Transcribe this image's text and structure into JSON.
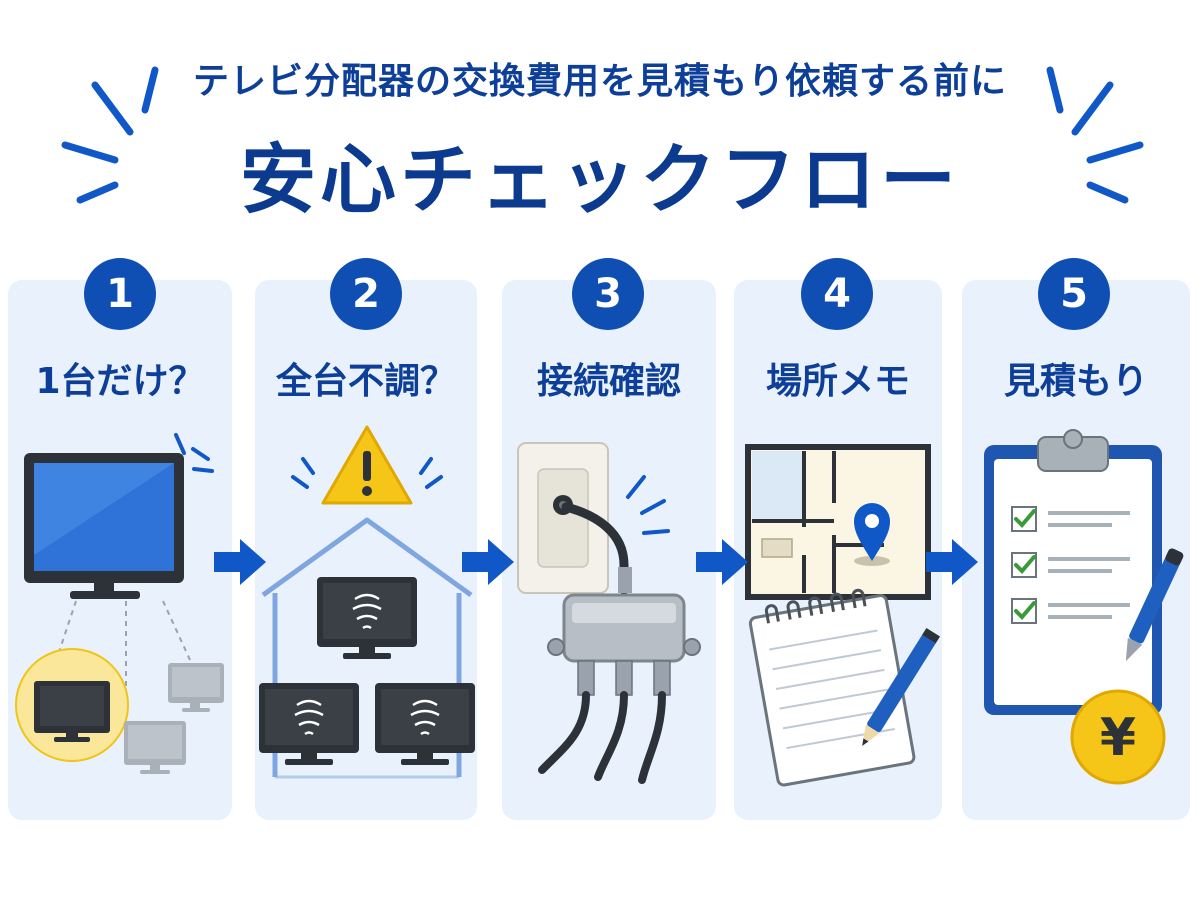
{
  "header": {
    "subtitle": "テレビ分配器の交換費用を見積もり依頼する前に",
    "title": "安心チェックフロー"
  },
  "steps": [
    {
      "number": "1",
      "label": "1台だけ？"
    },
    {
      "number": "2",
      "label": "全台不調？"
    },
    {
      "number": "3",
      "label": "接続確認"
    },
    {
      "number": "4",
      "label": "場所メモ"
    },
    {
      "number": "5",
      "label": "見積もり"
    }
  ],
  "estimate": {
    "currency_symbol": "¥"
  },
  "colors": {
    "primary": "#0f4fb4",
    "title_text": "#0b3a8f",
    "panel_bg": "#e8f1fc",
    "warning": "#f5c518",
    "highlight": "#fbe79a",
    "check": "#3a9a3a"
  }
}
